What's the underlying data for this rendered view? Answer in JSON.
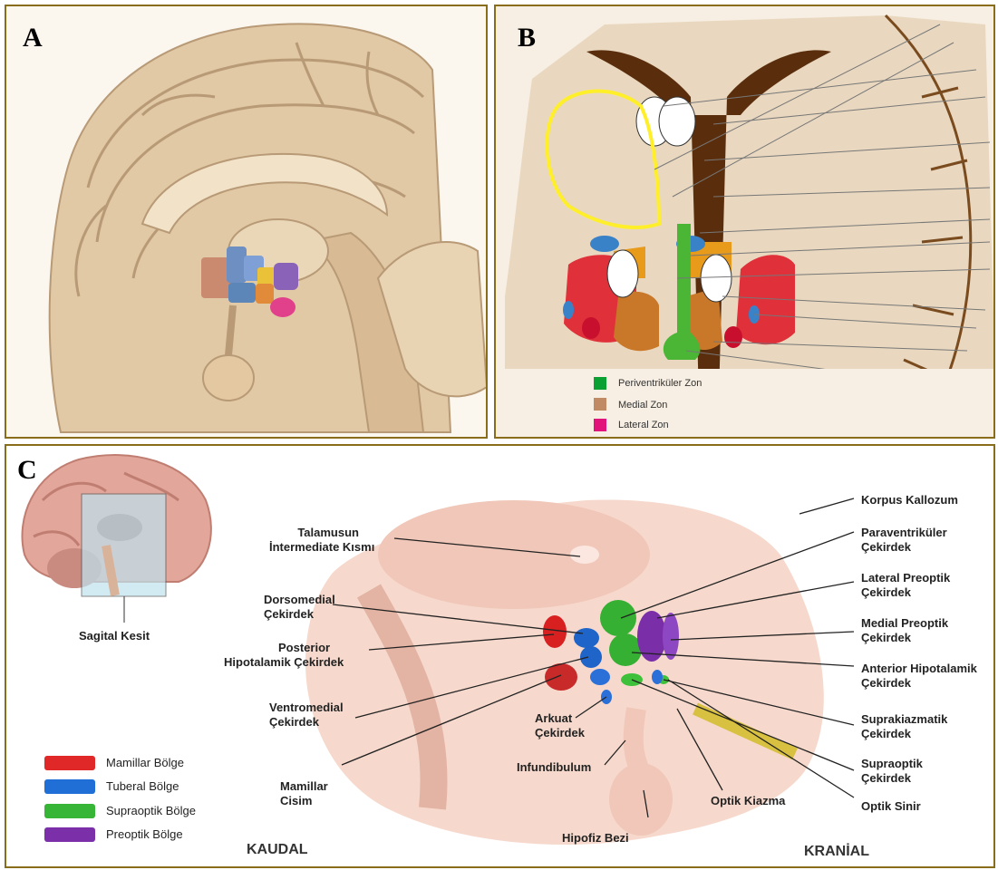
{
  "panels": {
    "a": {
      "letter": "A"
    },
    "b": {
      "letter": "B"
    },
    "c": {
      "letter": "C"
    }
  },
  "panel_b_legend": [
    {
      "label": "Periventriküler Zon",
      "color": "#0aa032"
    },
    {
      "label": "Medial Zon",
      "color": "#c08a64"
    },
    {
      "label": "Lateral Zon",
      "color": "#e0147a"
    }
  ],
  "panel_c": {
    "inset_caption": "Sagital Kesit",
    "regions_legend": [
      {
        "label": "Mamillar Bölge",
        "color": "#e02828"
      },
      {
        "label": "Tuberal Bölge",
        "color": "#1f6fd6"
      },
      {
        "label": "Supraoptik Bölge",
        "color": "#37b536"
      },
      {
        "label": "Preoptik Bölge",
        "color": "#7b2fa8"
      }
    ],
    "labels": {
      "talamus_1": "Talamusun",
      "talamus_2": "İntermediate Kısmı",
      "dorsomedial_1": "Dorsomedial",
      "dorsomedial_2": "Çekirdek",
      "posterior_1": "Posterior",
      "posterior_2": "Hipotalamik Çekirdek",
      "ventromedial_1": "Ventromedial",
      "ventromedial_2": "Çekirdek",
      "mamillar_1": "Mamillar",
      "mamillar_2": "Cisim",
      "arkuat_1": "Arkuat",
      "arkuat_2": "Çekirdek",
      "infundibulum": "Infundibulum",
      "hipofiz": "Hipofiz Bezi",
      "optik_kiazma": "Optik Kiazma",
      "optik_sinir": "Optik Sinir",
      "korpus": "Korpus Kallozum",
      "paraventrikuler_1": "Paraventriküler",
      "paraventrikuler_2": "Çekirdek",
      "lateral_preoptik_1": "Lateral Preoptik",
      "lateral_preoptik_2": "Çekirdek",
      "medial_preoptik_1": "Medial Preoptik",
      "medial_preoptik_2": "Çekirdek",
      "anterior_1": "Anterior Hipotalamik",
      "anterior_2": "Çekirdek",
      "suprakiazmatik_1": "Suprakiazmatik",
      "suprakiazmatik_2": "Çekirdek",
      "supraoptik_1": "Supraoptik",
      "supraoptik_2": "Çekirdek"
    },
    "direction_left": "KAUDAL",
    "direction_right": "KRANİAL"
  }
}
